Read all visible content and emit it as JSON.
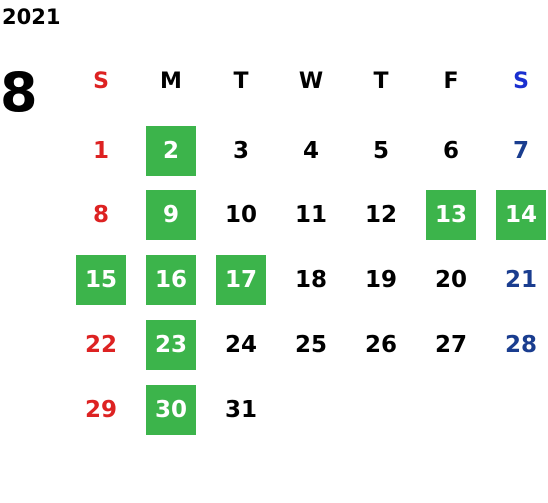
{
  "calendar": {
    "year": "2021",
    "month": "8",
    "weekdays": [
      "S",
      "M",
      "T",
      "W",
      "T",
      "F",
      "S"
    ],
    "highlight_color": "#3cb44b",
    "weeks": [
      [
        {
          "d": "1"
        },
        {
          "d": "2",
          "hl": true
        },
        {
          "d": "3"
        },
        {
          "d": "4"
        },
        {
          "d": "5"
        },
        {
          "d": "6"
        },
        {
          "d": "7"
        }
      ],
      [
        {
          "d": "8"
        },
        {
          "d": "9",
          "hl": true
        },
        {
          "d": "10"
        },
        {
          "d": "11"
        },
        {
          "d": "12"
        },
        {
          "d": "13",
          "hl": true
        },
        {
          "d": "14",
          "hl": true
        }
      ],
      [
        {
          "d": "15",
          "hl": true
        },
        {
          "d": "16",
          "hl": true
        },
        {
          "d": "17",
          "hl": true
        },
        {
          "d": "18"
        },
        {
          "d": "19"
        },
        {
          "d": "20"
        },
        {
          "d": "21"
        }
      ],
      [
        {
          "d": "22"
        },
        {
          "d": "23",
          "hl": true
        },
        {
          "d": "24"
        },
        {
          "d": "25"
        },
        {
          "d": "26"
        },
        {
          "d": "27"
        },
        {
          "d": "28"
        }
      ],
      [
        {
          "d": "29"
        },
        {
          "d": "30",
          "hl": true
        },
        {
          "d": "31"
        },
        {
          "d": ""
        },
        {
          "d": ""
        },
        {
          "d": ""
        },
        {
          "d": ""
        }
      ]
    ]
  }
}
